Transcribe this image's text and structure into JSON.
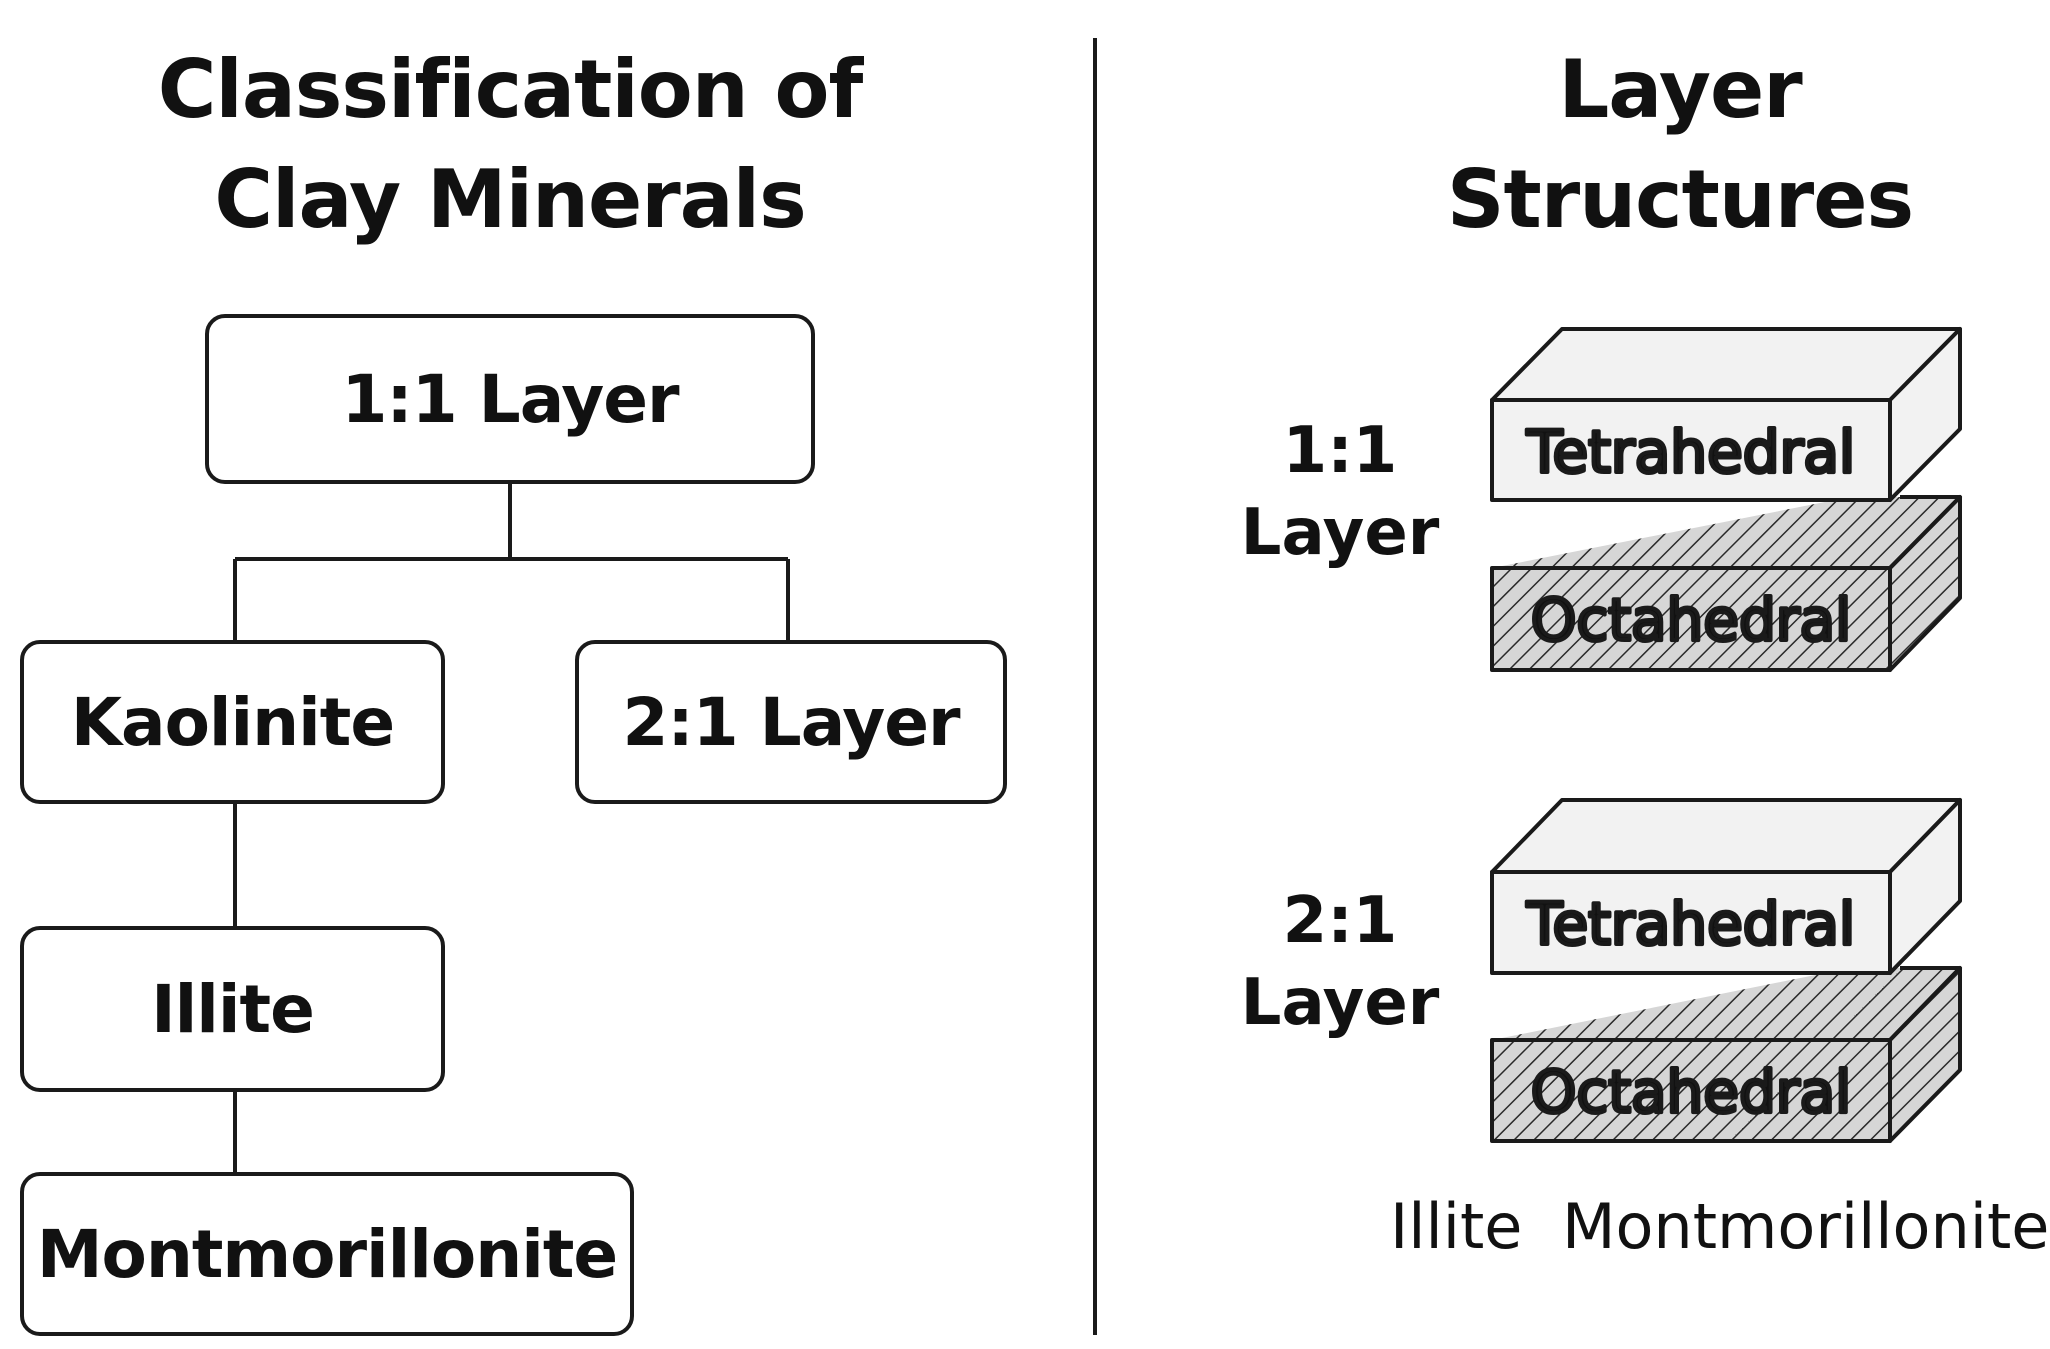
{
  "left_panel": {
    "title_line1": "Classification of",
    "title_line2": "Clay Minerals",
    "nodes": {
      "root": "1:1 Layer",
      "kaolinite": "Kaolinite",
      "layer21": "2:1 Layer",
      "illite": "Illite",
      "montmorillonite": "Montmorillonite"
    }
  },
  "right_panel": {
    "title": "Layer Structures",
    "structures": [
      {
        "label_line1": "1:1",
        "label_line2": "Layer",
        "top_slab": "Tetrahedral",
        "bottom_slab": "Octahedral"
      },
      {
        "label_line1": "2:1",
        "label_line2": "Layer",
        "top_slab": "Tetrahedral",
        "bottom_slab": "Octahedral"
      }
    ],
    "captions": [
      "Illite",
      "Montmorillonite"
    ]
  },
  "colors": {
    "stroke": "#1a1a1a",
    "slab_fill": "#f2f2f2",
    "hatch_fill": "#d6d6d6",
    "background": "#ffffff"
  },
  "icons": [
    "tetrahedral-slab-shape",
    "octahedral-hatched-slab-shape"
  ]
}
